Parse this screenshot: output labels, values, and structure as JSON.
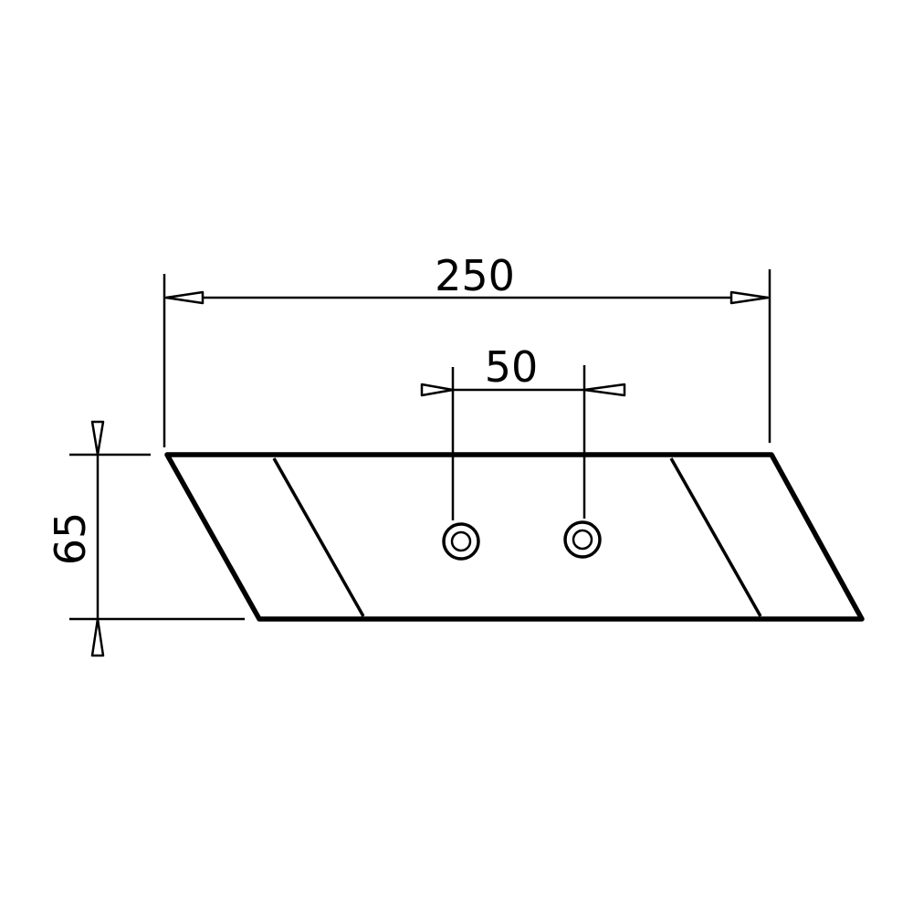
{
  "dimensions": {
    "overall_length": "250",
    "hole_spacing": "50",
    "height": "65"
  },
  "colors": {
    "line": "#000000",
    "background": "#ffffff"
  }
}
